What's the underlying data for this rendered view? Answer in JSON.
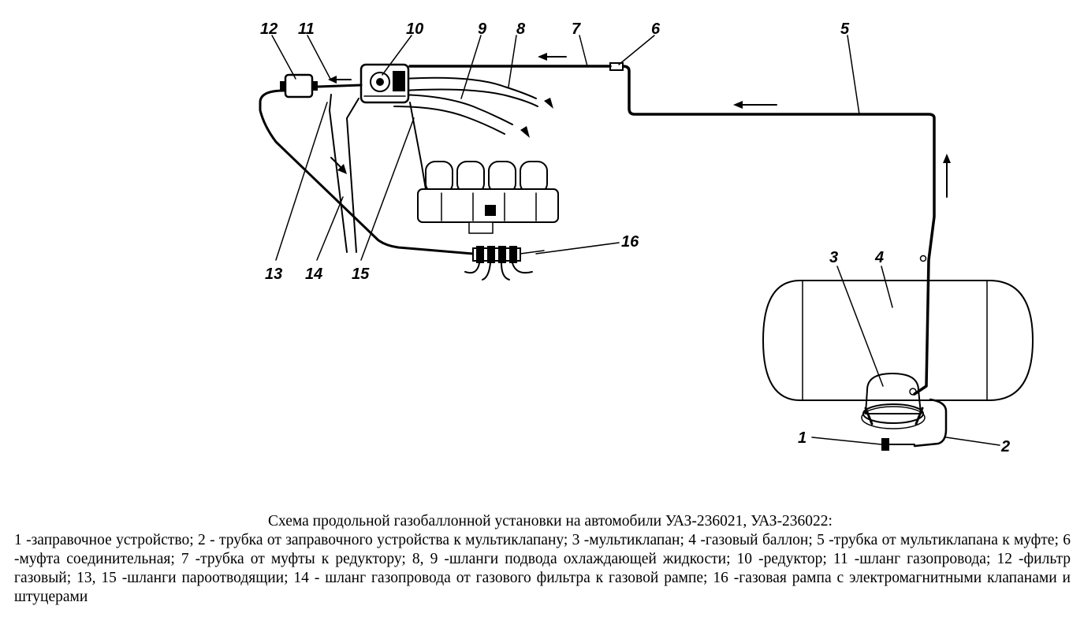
{
  "labels": [
    "1",
    "2",
    "3",
    "4",
    "5",
    "6",
    "7",
    "8",
    "9",
    "10",
    "11",
    "12",
    "13",
    "14",
    "15",
    "16"
  ],
  "caption": {
    "title": "Схема продольной газобаллонной установки на автомобили УАЗ-236021, УАЗ-236022:",
    "line1": "1 -заправочное устройство;  2 - трубка от заправочного устройства к мультиклапану; 3 -мультиклапан; 4 -газовый баллон;",
    "line2": "5 -трубка от мультиклапана к муфте; 6 -муфта соединительная; 7 -трубка от муфты к редуктору;  8, 9 -шланги подвода",
    "line3": "охлаждающей жидкости; 10 -редуктор; 11 -шланг газопровода; 12 -фильтр газовый; 13, 15 -шланги пароотводящии; 14 -",
    "line4": "шланг газопровода от газового фильтра к газовой рампе; 16 -газовая рампа с электромагнитными клапанами и штуцерами"
  }
}
